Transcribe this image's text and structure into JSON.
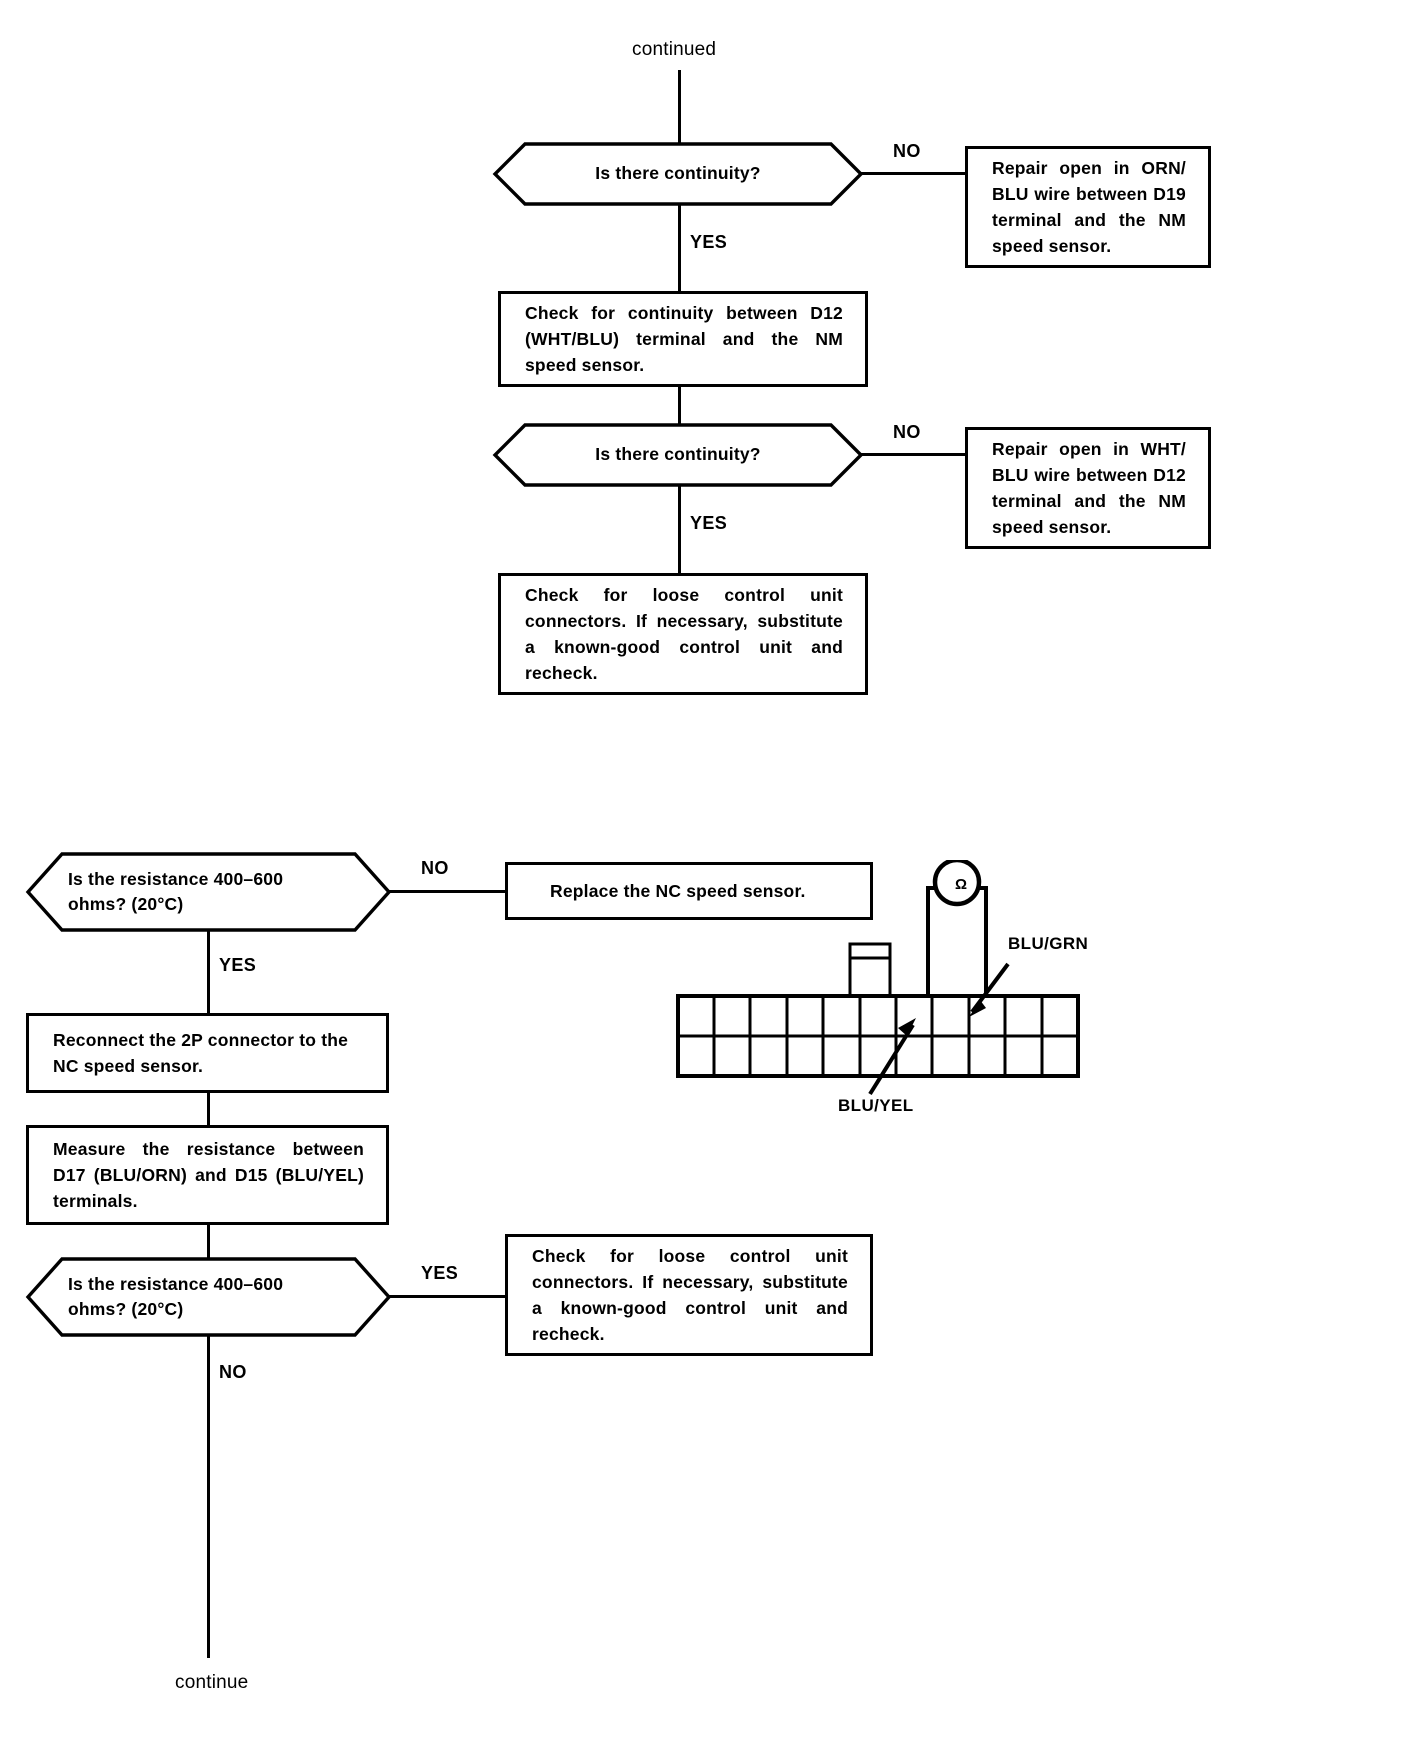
{
  "page": {
    "top_label": "continued",
    "bottom_label": "continue"
  },
  "branch_labels": {
    "yes": "YES",
    "no": "NO"
  },
  "flow_top": {
    "decision_1": "Is there continuity?",
    "outcome_1": "Repair open in ORN/ BLU wire between D19 terminal and the NM speed sensor.",
    "process_1": "Check for continuity between D12 (WHT/BLU) terminal and the NM speed sensor.",
    "decision_2": "Is there continuity?",
    "outcome_2": "Repair open in WHT/ BLU wire between D12 terminal and the NM speed sensor.",
    "process_2": "Check for loose control unit connectors. If necessary, substitute a known-good control unit and recheck."
  },
  "flow_bottom": {
    "decision_3_line1": "Is the resistance 400–600",
    "decision_3_line2": "ohms? (20°C)",
    "outcome_3": "Replace the NC speed sensor.",
    "process_3": "Reconnect the 2P connector to the NC speed sensor.",
    "process_4": "Measure the resistance between D17 (BLU/ORN) and D15 (BLU/YEL) terminals.",
    "decision_4_line1": "Is the resistance 400–600",
    "decision_4_line2": "ohms? (20°C)",
    "outcome_4": "Check for loose control unit connectors. If necessary, substitute a known-good control unit and recheck."
  },
  "illustration": {
    "meter_symbol": "Ω",
    "label_blu_grn": "BLU/GRN",
    "label_blu_yel": "BLU/YEL"
  },
  "colors": {
    "ink": "#000000",
    "paper": "#ffffff"
  }
}
